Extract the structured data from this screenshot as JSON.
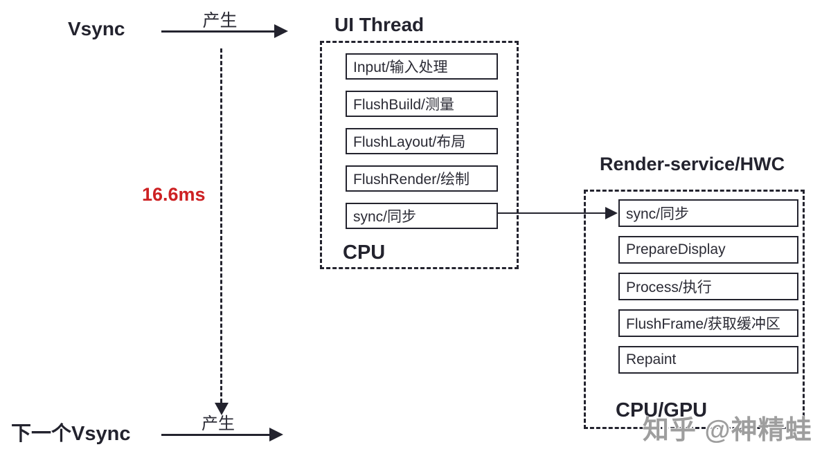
{
  "colors": {
    "ink": "#23232e",
    "red": "#cd2123",
    "watermark_gray": "#9e9e9e",
    "background": "#ffffff"
  },
  "vsync": {
    "label": "Vsync",
    "arrow_label": "产生"
  },
  "interval": {
    "label": "16.6ms"
  },
  "next_vsync": {
    "label": "下一个Vsync",
    "arrow_label": "产生"
  },
  "ui_thread": {
    "title": "UI Thread",
    "steps": [
      "Input/输入处理",
      "FlushBuild/测量",
      "FlushLayout/布局",
      "FlushRender/绘制",
      "sync/同步"
    ],
    "footer": "CPU"
  },
  "render_service": {
    "title": "Render-service/HWC",
    "steps": [
      "sync/同步",
      "PrepareDisplay",
      "Process/执行",
      "FlushFrame/获取缓冲区",
      "Repaint"
    ],
    "footer": "CPU/GPU"
  },
  "watermark": "知乎 @神精蛙"
}
